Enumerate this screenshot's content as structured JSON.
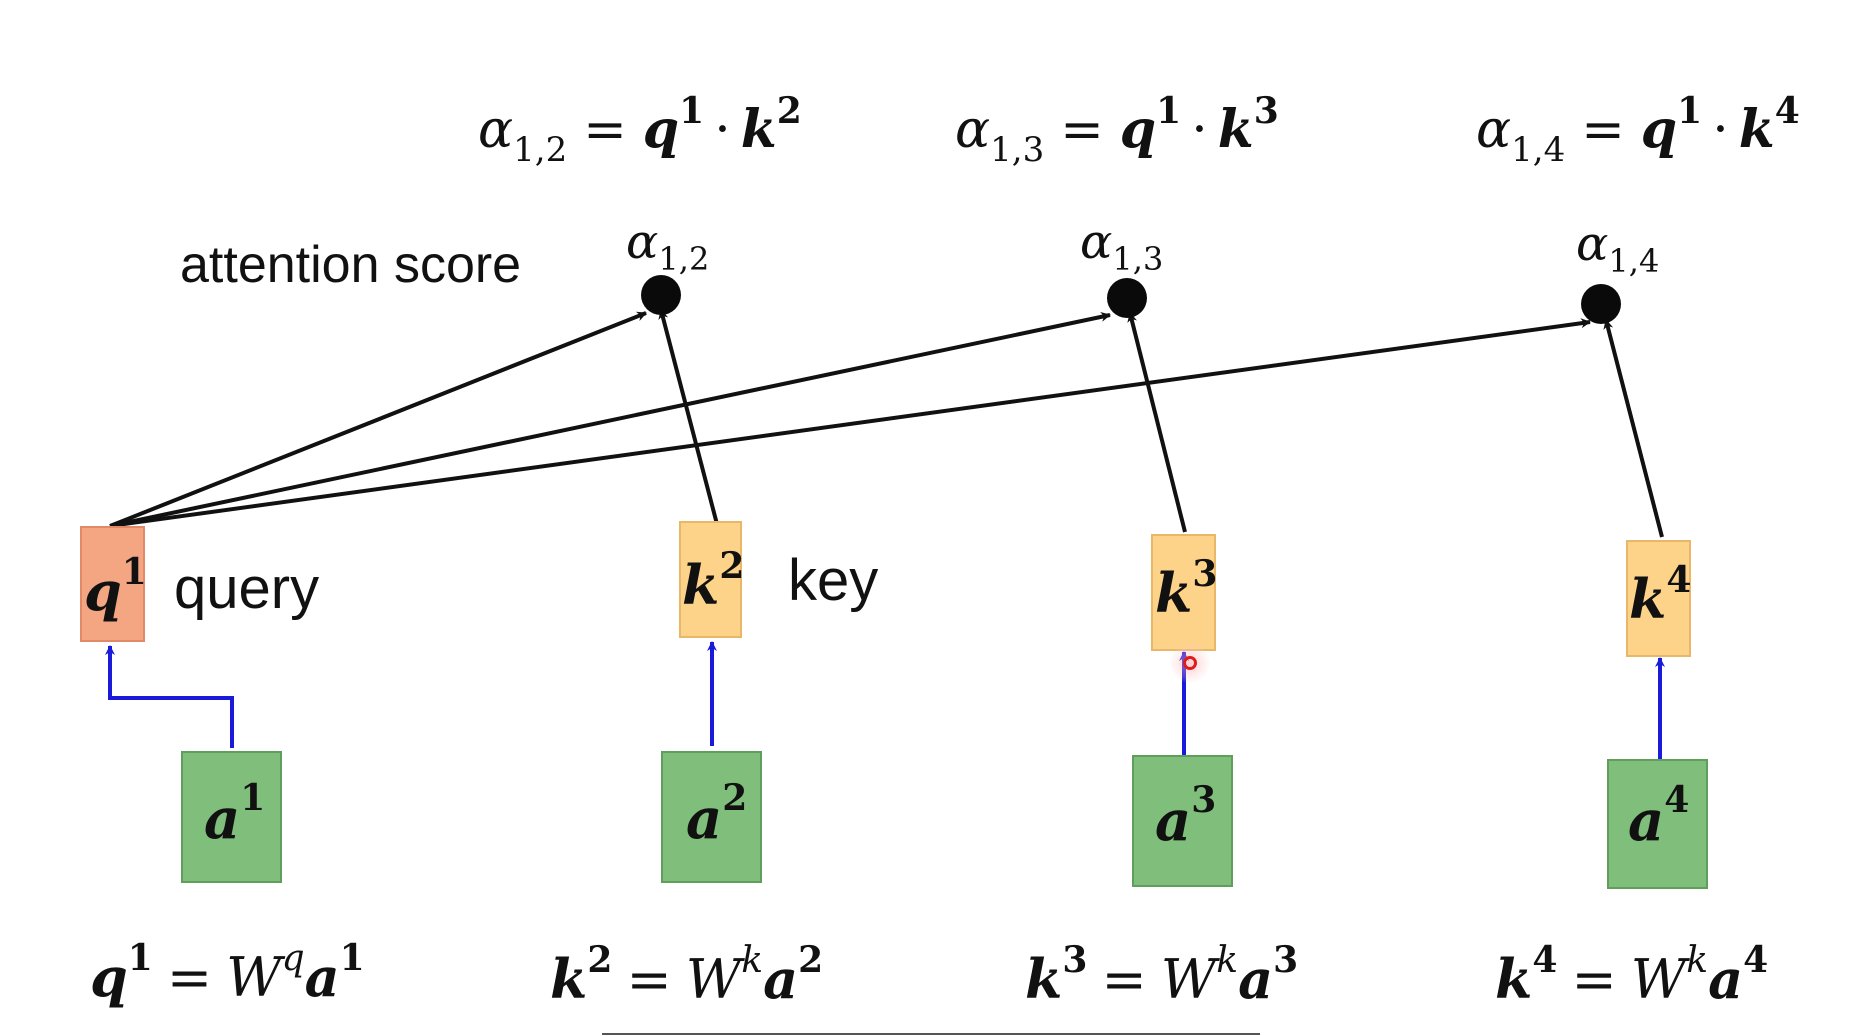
{
  "labels": {
    "attention_score": "attention score",
    "query": "query",
    "key": "key"
  },
  "colors": {
    "query_box": "#f4a582",
    "key_box": "#fdd38a",
    "input_box": "#7fbf7b",
    "arrow_blue": "#1a1adb",
    "arrow_black": "#111111"
  },
  "top_formulas": [
    {
      "alpha": "α",
      "sub": "1,2",
      "eq": "=",
      "q": "q",
      "qsup": "1",
      "dot": "·",
      "k": "k",
      "ksup": "2"
    },
    {
      "alpha": "α",
      "sub": "1,3",
      "eq": "=",
      "q": "q",
      "qsup": "1",
      "dot": "·",
      "k": "k",
      "ksup": "3"
    },
    {
      "alpha": "α",
      "sub": "1,4",
      "eq": "=",
      "q": "q",
      "qsup": "1",
      "dot": "·",
      "k": "k",
      "ksup": "4"
    }
  ],
  "scores": [
    {
      "alpha": "α",
      "sub": "1,2"
    },
    {
      "alpha": "α",
      "sub": "1,3"
    },
    {
      "alpha": "α",
      "sub": "1,4"
    }
  ],
  "query_box": {
    "base": "q",
    "sup": "1"
  },
  "key_boxes": [
    {
      "base": "k",
      "sup": "2"
    },
    {
      "base": "k",
      "sup": "3"
    },
    {
      "base": "k",
      "sup": "4"
    }
  ],
  "input_boxes": [
    {
      "base": "a",
      "sup": "1"
    },
    {
      "base": "a",
      "sup": "2"
    },
    {
      "base": "a",
      "sup": "3"
    },
    {
      "base": "a",
      "sup": "4"
    }
  ],
  "bottom_formulas": [
    {
      "lhs": "q",
      "lhs_sup": "1",
      "eq": "=",
      "W": "W",
      "W_sup": "q",
      "a": "a",
      "a_sup": "1"
    },
    {
      "lhs": "k",
      "lhs_sup": "2",
      "eq": "=",
      "W": "W",
      "W_sup": "k",
      "a": "a",
      "a_sup": "2"
    },
    {
      "lhs": "k",
      "lhs_sup": "3",
      "eq": "=",
      "W": "W",
      "W_sup": "k",
      "a": "a",
      "a_sup": "3"
    },
    {
      "lhs": "k",
      "lhs_sup": "4",
      "eq": "=",
      "W": "W",
      "W_sup": "k",
      "a": "a",
      "a_sup": "4"
    }
  ]
}
